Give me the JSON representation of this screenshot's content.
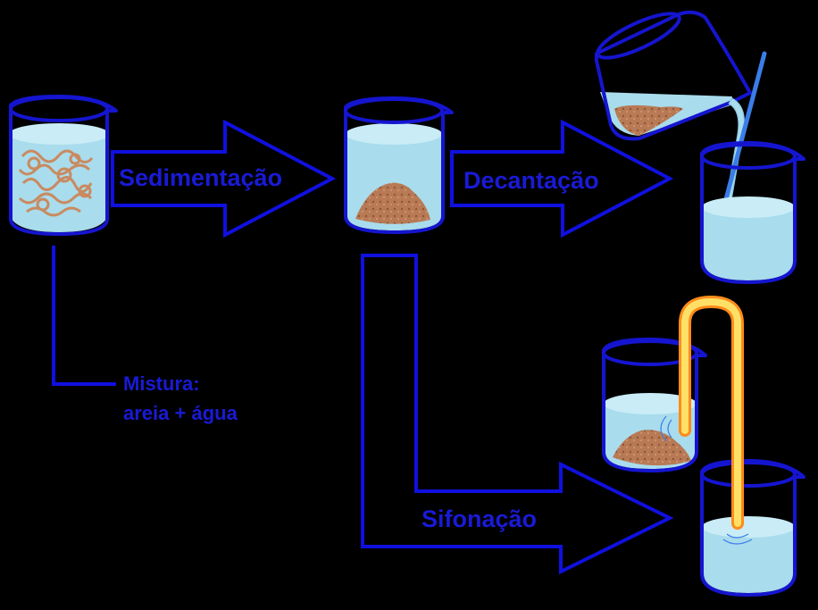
{
  "labels": {
    "sedimentation": "Sedimentação",
    "decantation": "Decantação",
    "siphoning": "Sifonação",
    "mixture_line1": "Mistura:",
    "mixture_line2": "areia + água"
  },
  "colors": {
    "background": "#000000",
    "outline": "#1010e0",
    "text": "#1a1ad6",
    "water": "#a9dcec",
    "sand": "#b87a55",
    "tube": "#ffd23c",
    "tube_edge": "#ff8c1a"
  }
}
